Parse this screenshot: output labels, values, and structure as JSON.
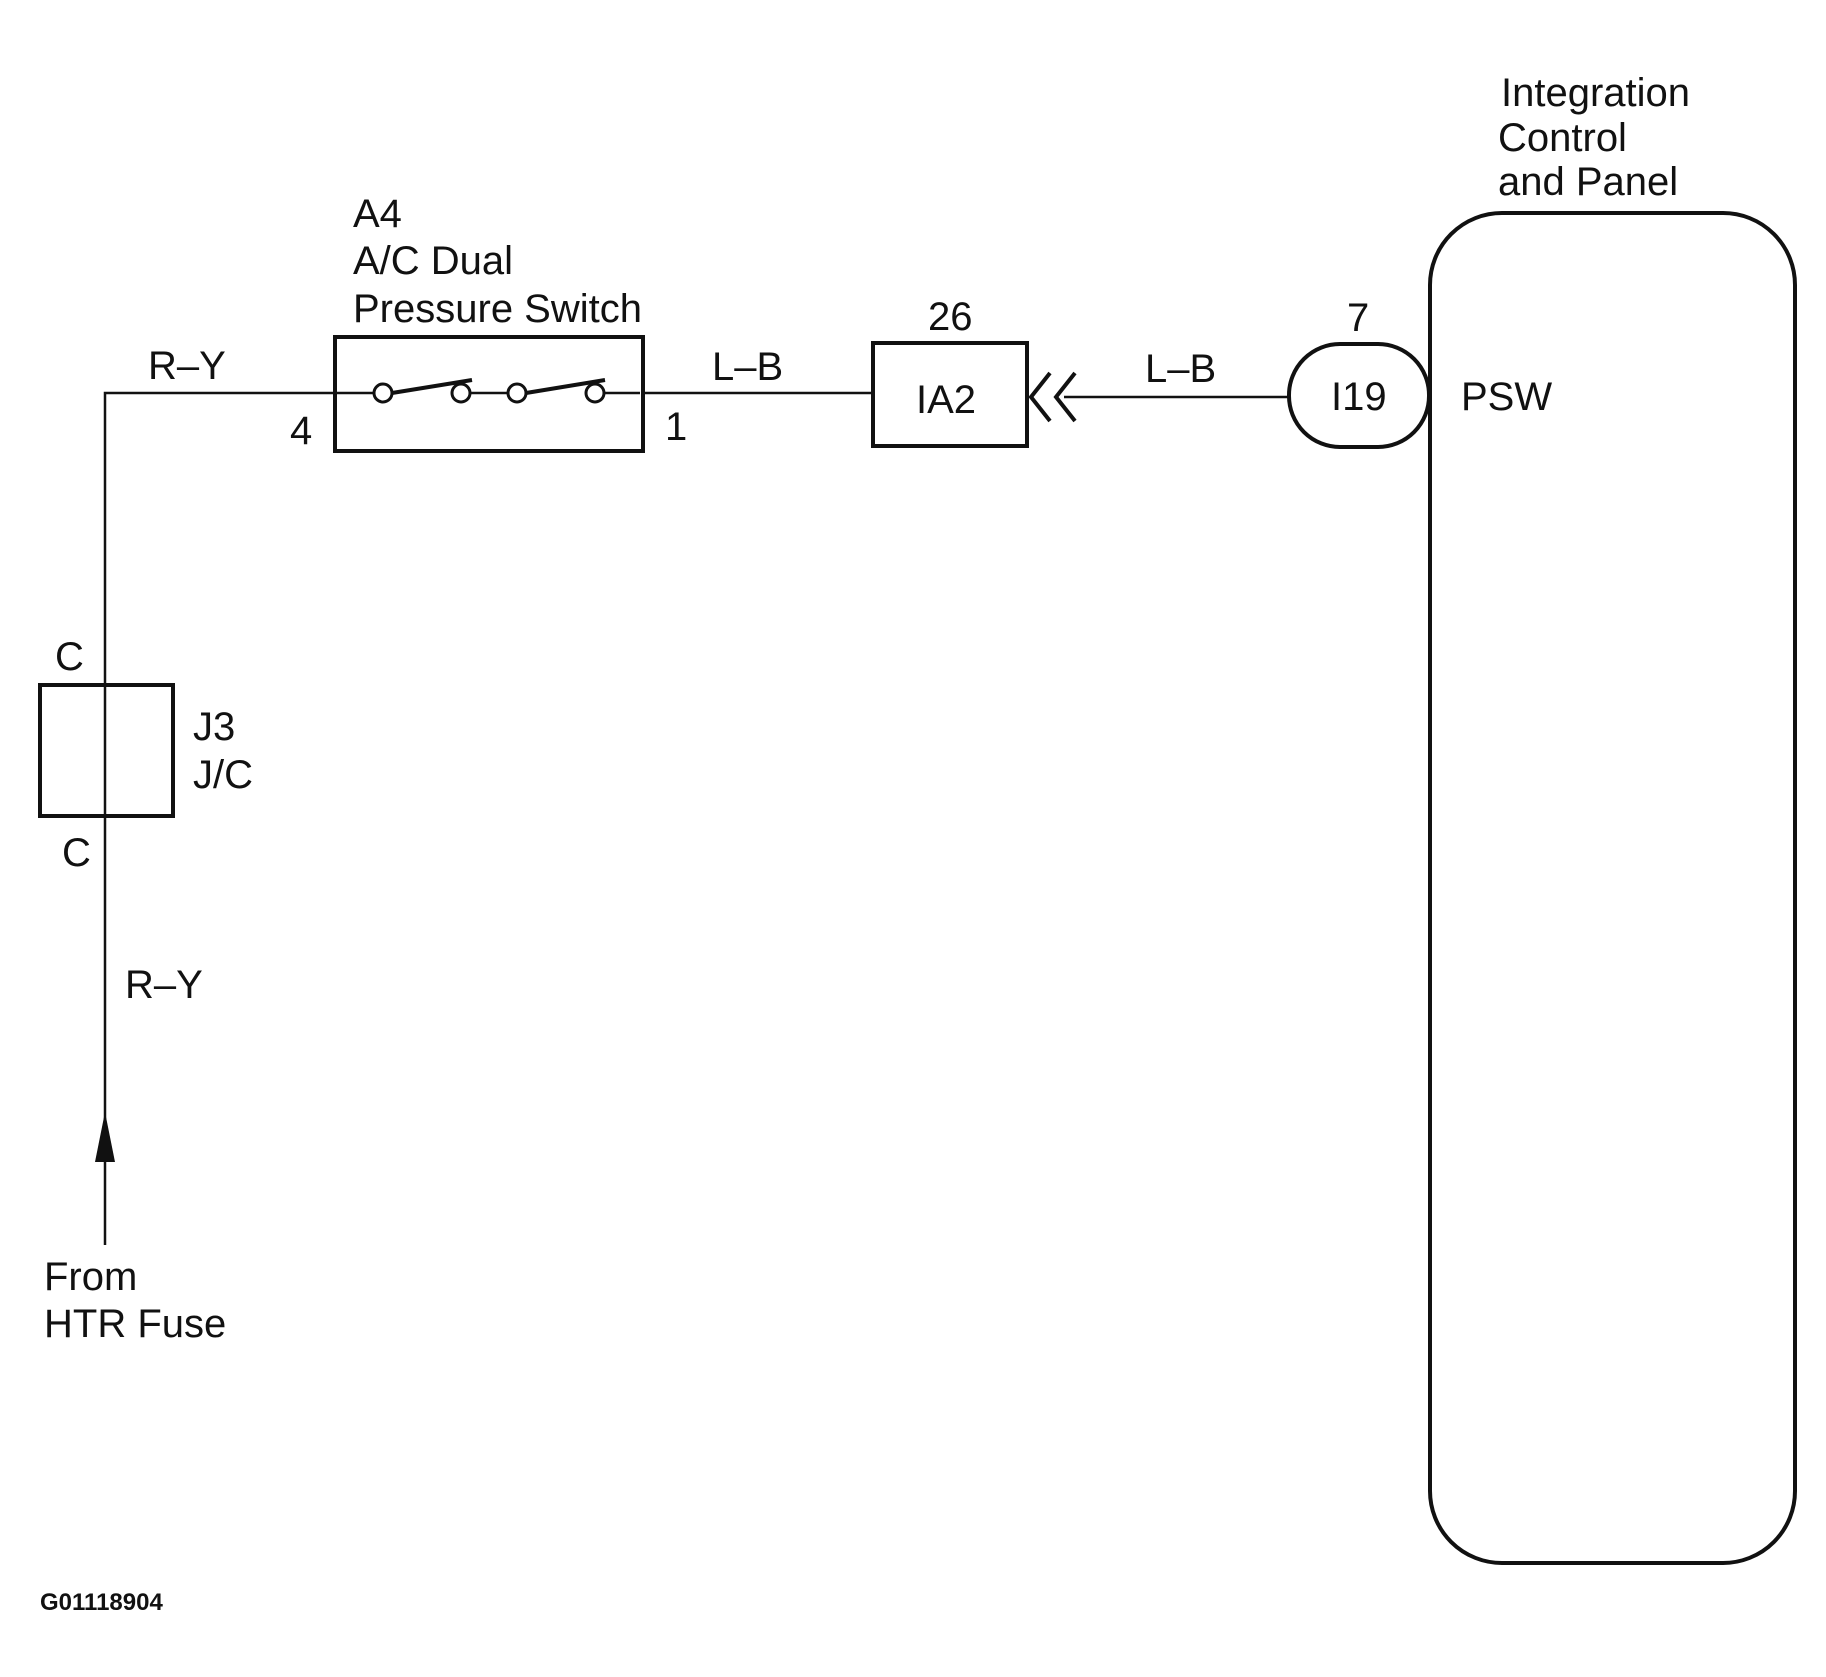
{
  "wire_colors": {
    "ry_top": "R–Y",
    "lb_left": "L–B",
    "lb_right": "L–B",
    "ry_bottom": "R–Y"
  },
  "pressure_switch": {
    "code": "A4",
    "name_line1": "A/C Dual",
    "name_line2": "Pressure Switch",
    "pin_in": "4",
    "pin_out": "1"
  },
  "junction_connector": {
    "code": "J3",
    "name": "J/C",
    "pin_top": "C",
    "pin_bottom": "C"
  },
  "connector_ia2": {
    "label": "IA2",
    "pin": "26"
  },
  "connector_i19": {
    "label": "I19",
    "pin": "7"
  },
  "ecu": {
    "name_line1": "Integration",
    "name_line2": "Control",
    "name_line3": "and Panel",
    "terminal": "PSW"
  },
  "source": {
    "line1": "From",
    "line2": "HTR Fuse"
  },
  "figure_id": "G01118904"
}
